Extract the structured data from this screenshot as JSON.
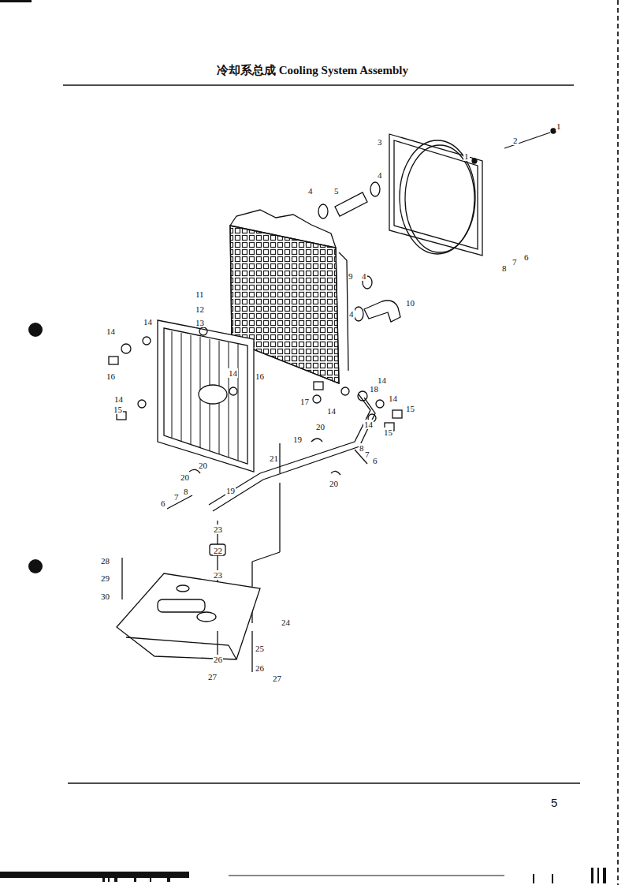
{
  "diagram": {
    "title": "冷却系总成 Cooling System Assembly",
    "labels": [
      "1",
      "2",
      "3",
      "1",
      "4",
      "4",
      "5",
      "6",
      "7",
      "8",
      "9",
      "4",
      "10",
      "4",
      "11",
      "12",
      "13",
      "14",
      "14",
      "16",
      "14",
      "16",
      "14",
      "18",
      "17",
      "14",
      "14",
      "15",
      "14",
      "15",
      "14",
      "15",
      "20",
      "19",
      "20",
      "21",
      "8",
      "7",
      "6",
      "20",
      "19",
      "20",
      "8",
      "7",
      "6",
      "23",
      "22",
      "23",
      "28",
      "29",
      "30",
      "24",
      "25",
      "26",
      "26",
      "27",
      "27",
      "5"
    ]
  }
}
